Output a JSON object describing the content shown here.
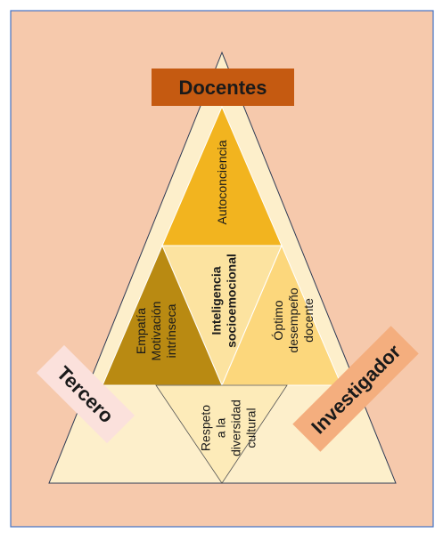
{
  "colors": {
    "background": "#F6C9AC",
    "frame_border": "#4472C4",
    "outer_triangle": "#FDEFCB",
    "outer_stroke": "#2E3B55",
    "top_triangle": "#F2B41F",
    "center_triangle": "#FCE3A0",
    "left_triangle": "#B98A12",
    "right_triangle": "#FCD77C",
    "bottom_triangle": "#FDEBB9",
    "docentes_box": "#C55A11",
    "tercero_box": "#FBE1DC",
    "investigador_box": "#F4AE7E",
    "text_dark": "#1A1A1A"
  },
  "labels": {
    "docentes": "Docentes",
    "tercero": "Tercero",
    "investigador": "Investigador"
  },
  "triangles": {
    "top": [
      "Autoconciencia"
    ],
    "center": [
      "Inteligencia",
      "socioemocional"
    ],
    "left": [
      "Empatía",
      "Motivación",
      "intrínseca"
    ],
    "right": [
      "Óptimo",
      "desempeño",
      "docente"
    ],
    "bottom": [
      "Respeto",
      "a la",
      "diversidad",
      "cultural"
    ]
  }
}
